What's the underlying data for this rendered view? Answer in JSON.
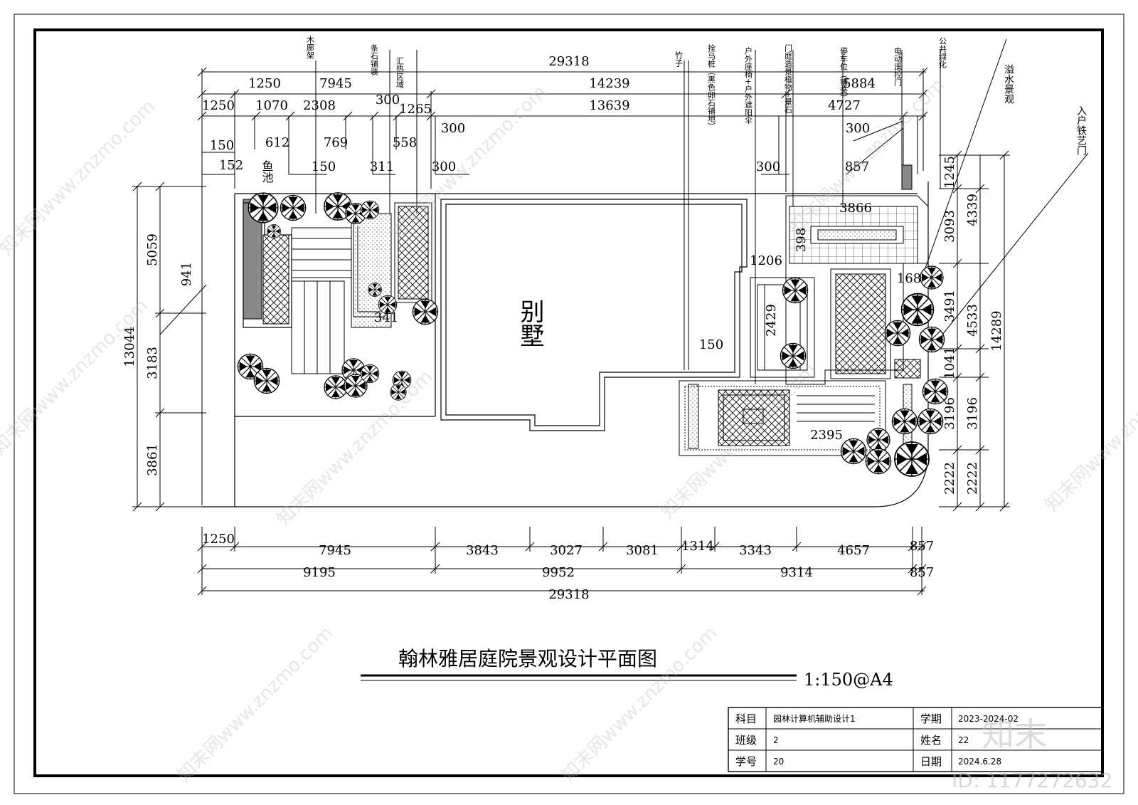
{
  "drawing": {
    "title": "翰林雅居庭院景观设计平面图",
    "scale": "1:150@A4",
    "building_label": "别墅"
  },
  "feature_labels": [
    {
      "id": "fish-pond",
      "text": "鱼池"
    },
    {
      "id": "wood-pergola",
      "text": "木廊架"
    },
    {
      "id": "strip-stone",
      "text": "条石铺装"
    },
    {
      "id": "gather-area",
      "text": "汇热区域"
    },
    {
      "id": "bamboo",
      "text": "竹子"
    },
    {
      "id": "hitching-post",
      "text": "拴马桩（黑色卵石铺地）"
    },
    {
      "id": "outdoor-seat",
      "text": "户外座椅+户外遮阳伞"
    },
    {
      "id": "gate-landscape",
      "text": "门庭造景植物+景石"
    },
    {
      "id": "parking",
      "text": "停车位（铺装）"
    },
    {
      "id": "electric-gate",
      "text": "电动遥控门"
    },
    {
      "id": "public-green",
      "text": "公共绿化"
    },
    {
      "id": "overflow-water",
      "text": "溢水景观"
    },
    {
      "id": "iron-gate",
      "text": "入户铁艺门"
    }
  ],
  "dims_top": [
    "29318",
    "1250",
    "7945",
    "14239",
    "5884",
    "1250",
    "1070",
    "2308",
    "300",
    "1265",
    "13639",
    "4727",
    "150",
    "612",
    "769",
    "558",
    "300",
    "300",
    "152",
    "150",
    "311",
    "300",
    "300",
    "857"
  ],
  "dims_inner": [
    "3866",
    "398",
    "1206",
    "168",
    "2429",
    "150",
    "2395",
    "341"
  ],
  "dims_left": [
    "13044",
    "5059",
    "941",
    "3183",
    "3861"
  ],
  "dims_right": [
    "1245",
    "3093",
    "4339",
    "3491",
    "4533",
    "14289",
    "1041",
    "3196",
    "3196",
    "2222",
    "2222"
  ],
  "dims_bottom": [
    "1250",
    "7945",
    "3843",
    "3027",
    "3081",
    "1314",
    "3343",
    "4657",
    "857",
    "9195",
    "9952",
    "9314",
    "857",
    "29318"
  ],
  "title_block": {
    "subject_label": "科目",
    "subject_value": "园林计算机辅助设计1",
    "term_label": "学期",
    "term_value": "2023-2024-02",
    "class_label": "班级",
    "class_value": "2",
    "name_label": "姓名",
    "name_value": "22",
    "id_label": "学号",
    "id_value": "20",
    "date_label": "日期",
    "date_value": "2024.6.28"
  },
  "watermark": {
    "brand": "知末",
    "site": "知末网www.znzmo.com",
    "id_text": "ID: 1177272632"
  }
}
